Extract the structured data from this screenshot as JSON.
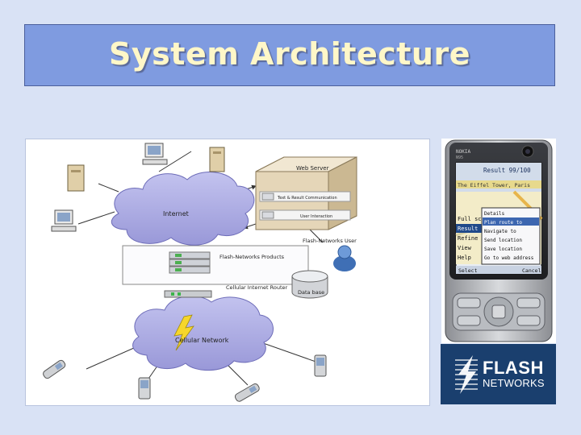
{
  "title": "System Architecture",
  "diagram": {
    "web_server": "Web Server",
    "text_comm": "Text & Result Communication",
    "user_interaction": "User Interaction",
    "internet": "Internet",
    "products": "Flash-Networks Products",
    "fn_user": "Flash-Networks User",
    "router": "Cellular Internet Router",
    "database": "Data base",
    "cellular": "Cellular Network"
  },
  "phone": {
    "brand": "NOKIA",
    "model": "N95",
    "result_count": "Result 99/100",
    "map_label": "The Eiffel Tower, Paris",
    "left_items": [
      "Full sc",
      "Result",
      "Refine",
      "View",
      "Help"
    ],
    "menu_items": [
      "Details",
      "Plan route to",
      "Navigate to",
      "Send location",
      "Save location",
      "Go to web address"
    ],
    "softkey_left": "Select",
    "softkey_right": "Cancel"
  },
  "logo": {
    "line1": "FLASH",
    "line2": "NETWORKS"
  },
  "colors": {
    "title_bar": "#7f9be0",
    "title_text": "#fff7c8",
    "cloud": "#a7a6e0",
    "logo_bg": "#1a3f6e"
  }
}
